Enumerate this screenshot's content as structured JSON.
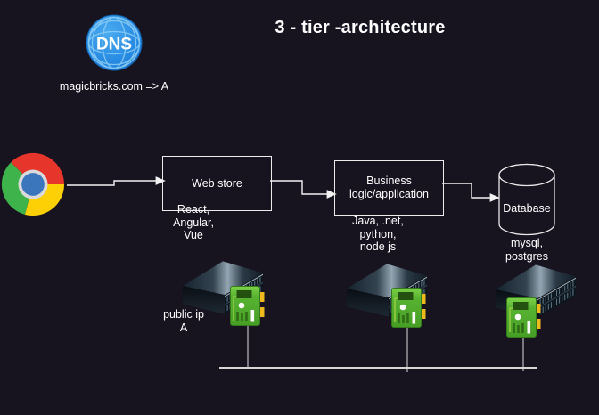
{
  "title": "3 - tier -architecture",
  "dns": {
    "icon_text": "DNS",
    "record_label": "magicbricks.com => A"
  },
  "tiers": [
    {
      "id": "web-store",
      "box_label": "Web store",
      "tech_label": "React,\nAngular,\nVue"
    },
    {
      "id": "business-logic",
      "box_label": "Business logic/application",
      "tech_label": "Java, .net,\npython,\nnode js"
    },
    {
      "id": "database",
      "box_label": "Database",
      "tech_label": "mysql,\npostgres"
    }
  ],
  "servers": [
    {
      "caption": "public ip\nA"
    },
    {
      "caption": ""
    },
    {
      "caption": ""
    }
  ],
  "icons": {
    "dns": "dns-globe-icon",
    "browser": "chrome-browser-icon",
    "server": "rack-server-icon",
    "nic": "network-card-icon",
    "database": "database-cylinder-icon"
  },
  "colors": {
    "background": "#171420",
    "text": "#ffffff",
    "shape_border": "#ececec",
    "connector": "#f2f2f2",
    "bus_line": "#d6d6d6",
    "drop_line": "#9b9ba0",
    "dns_blue": "#2a8ae0",
    "nic_green": "#58b332",
    "nic_tab_yellow": "#edb91c",
    "chrome_red": "#e6352b",
    "chrome_yellow": "#fcd005",
    "chrome_green": "#3eb24b",
    "chrome_blue": "#3b76bd"
  }
}
